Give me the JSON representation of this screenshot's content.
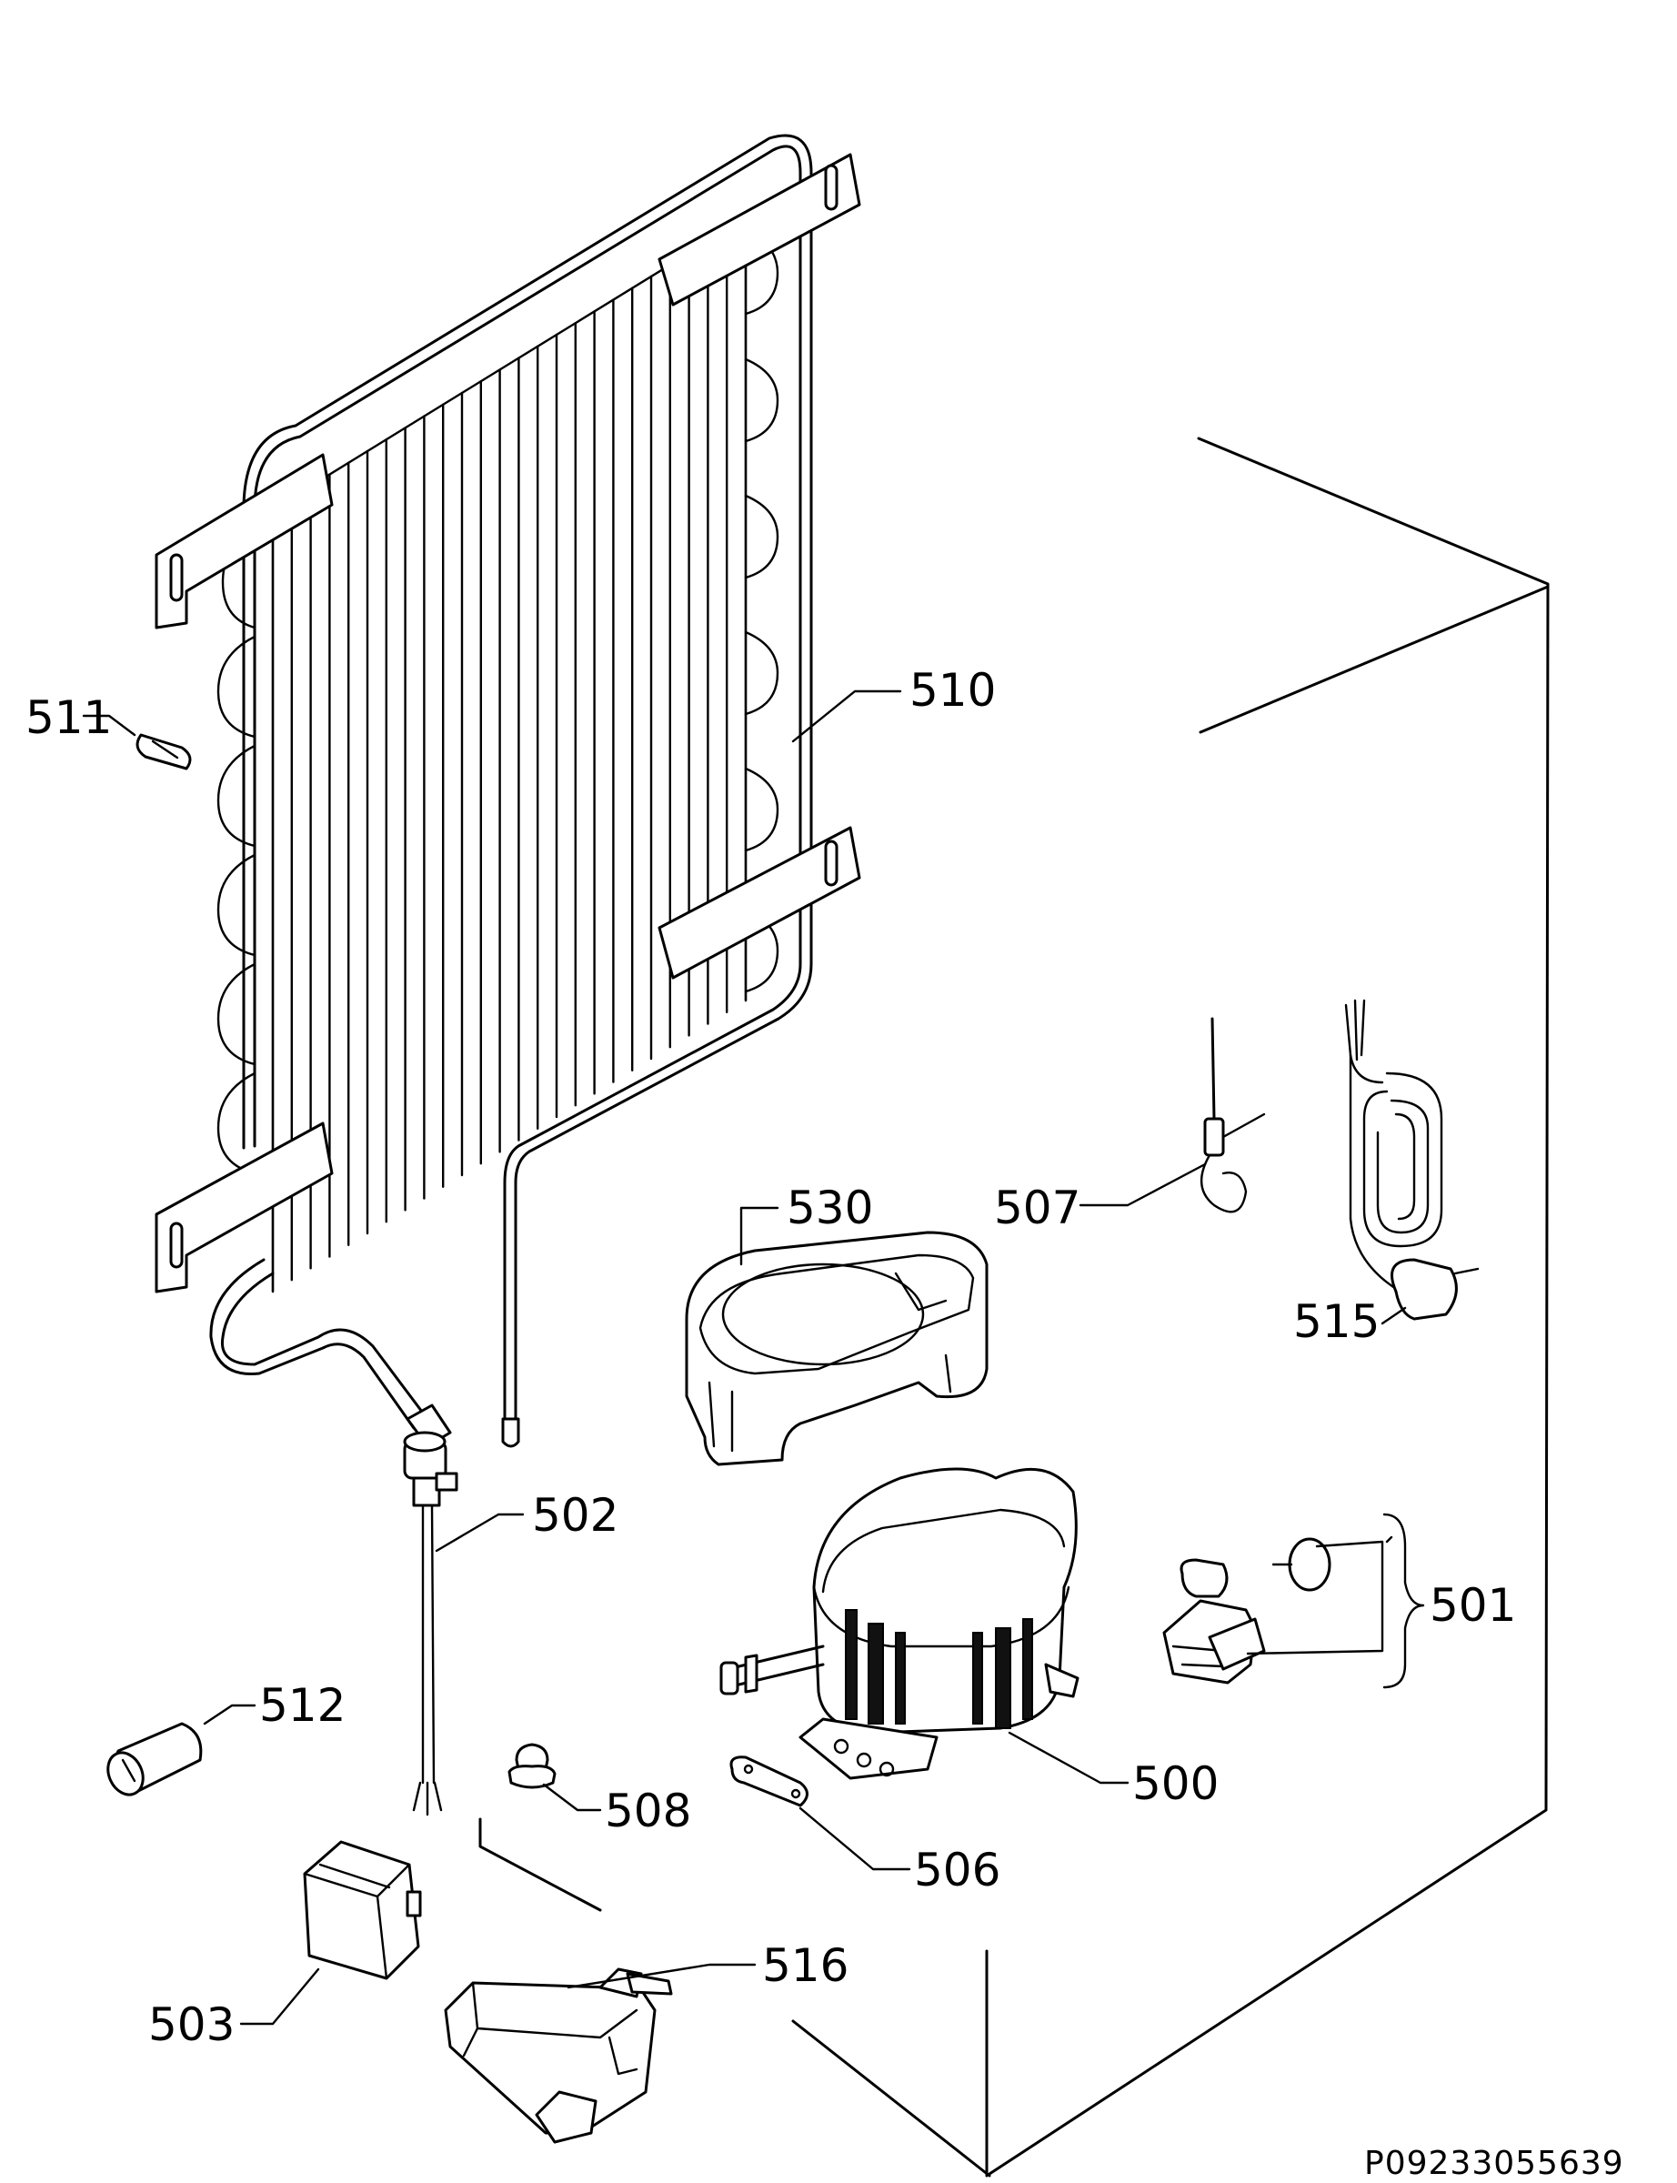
{
  "diagram": {
    "reference_code": "P09233055639",
    "parts": [
      {
        "id": "condenser",
        "label": "510"
      },
      {
        "id": "grommet",
        "label": "511"
      },
      {
        "id": "compressor-cover",
        "label": "530"
      },
      {
        "id": "thermostat-probe",
        "label": "507"
      },
      {
        "id": "power-cord",
        "label": "515"
      },
      {
        "id": "capillary-probe",
        "label": "502"
      },
      {
        "id": "relay-overload",
        "label": "501"
      },
      {
        "id": "damper-sleeve",
        "label": "512"
      },
      {
        "id": "rubber-foot",
        "label": "508"
      },
      {
        "id": "compressor",
        "label": "500"
      },
      {
        "id": "clip-plate",
        "label": "506"
      },
      {
        "id": "electronic-box",
        "label": "516"
      },
      {
        "id": "capacitor",
        "label": "503"
      }
    ]
  }
}
